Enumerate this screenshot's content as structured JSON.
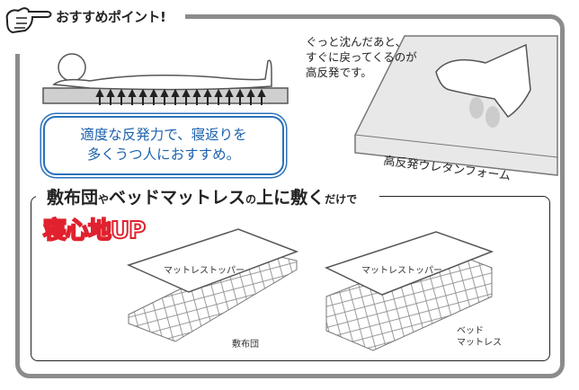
{
  "header": {
    "title": "おすすめポイント!",
    "icon": "pointing-hand-icon"
  },
  "top": {
    "callout": [
      "適度な反発力で、寝返りを",
      "多くうつ人におすすめ。"
    ],
    "note": [
      "ぐっと沈んだあと、",
      "すぐに戻ってくるのが",
      "高反発です。"
    ],
    "foam_label": "高反発ウレタンフォーム"
  },
  "lower": {
    "title_a": "敷布団",
    "title_b": "や",
    "title_c": "ベッドマットレス",
    "title_d": "の",
    "title_e": "上に敷く",
    "title_f": "だけで",
    "badge": "寝心地UP",
    "topper_label_1": "マットレストッパー",
    "futon_label": "敷布団",
    "topper_label_2": "マットレストッパー",
    "bed_label_1": "ベッド",
    "bed_label_2": "マットレス"
  },
  "colors": {
    "frame": "#8c8c8c",
    "blue": "#2a72bb",
    "red": "#e0212e"
  }
}
